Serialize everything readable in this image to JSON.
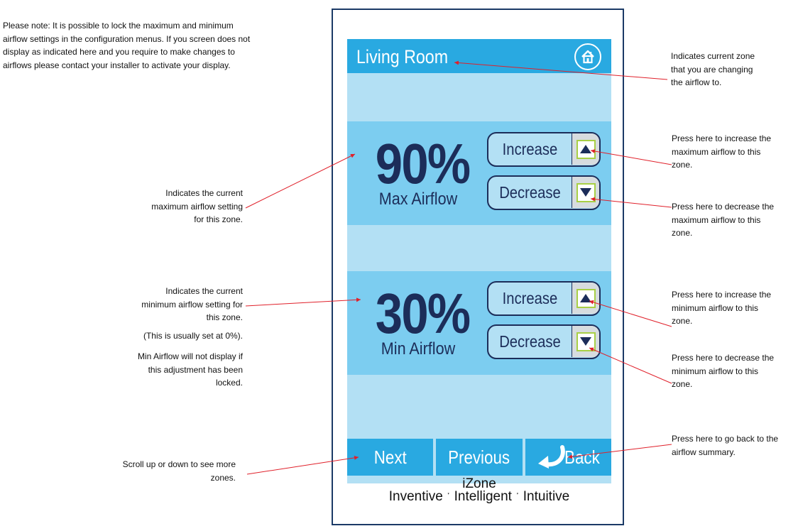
{
  "notes": {
    "top": [
      "Please note: It is possible to lock the maximum and minimum",
      "airflow settings in the configuration menus.  If you screen does not",
      "display as indicated here and you require to make changes to",
      "airflows please contact your installer to activate your display."
    ],
    "max_setting": [
      "Indicates the current",
      "maximum airflow setting",
      "for this zone."
    ],
    "min_setting": [
      "Indicates the current",
      "minimum airflow setting for",
      "this zone."
    ],
    "usually": "(This is usually set at 0%).",
    "locked": [
      "Min Airflow will not display if",
      "this  adjustment has been",
      "locked."
    ],
    "scroll": [
      "Scroll up or down to see more",
      "zones."
    ],
    "zone": [
      "Indicates current zone",
      "that you are changing",
      "the  airflow to."
    ],
    "inc_max": [
      "Press here to increase the",
      "maximum airflow to this",
      "zone."
    ],
    "dec_max": [
      "Press here to decrease the",
      "maximum airflow to this",
      "zone."
    ],
    "inc_min": [
      "Press here to increase the",
      "minimum airflow to this",
      "zone."
    ],
    "dec_min": [
      "Press here to decrease the",
      "minimum airflow to this",
      "zone."
    ],
    "back": [
      "Press here to go back to the",
      "airflow summary."
    ]
  },
  "screen": {
    "zone_title": "Living Room",
    "max": {
      "value": "90%",
      "label": "Max Airflow",
      "increase": "Increase",
      "decrease": "Decrease"
    },
    "min": {
      "value": "30%",
      "label": "Min Airflow",
      "increase": "Increase",
      "decrease": "Decrease"
    },
    "footer": {
      "next": "Next",
      "previous": "Previous",
      "back": "Back"
    }
  },
  "brand": {
    "name": "iZone",
    "tagline": "Inventive ˑ Intelligent ˑ Intuitive"
  },
  "colors": {
    "header": "#29a9e1",
    "band": "#7ccdf0",
    "screen_bg": "#b3e0f4",
    "text_dark": "#1c2d59",
    "arrow_accent": "#a8cf45",
    "annotation_line": "#e0202a"
  },
  "icons": {
    "home": "home-icon",
    "increase": "triangle-up-icon",
    "decrease": "triangle-down-icon",
    "back": "back-arrow-icon"
  }
}
